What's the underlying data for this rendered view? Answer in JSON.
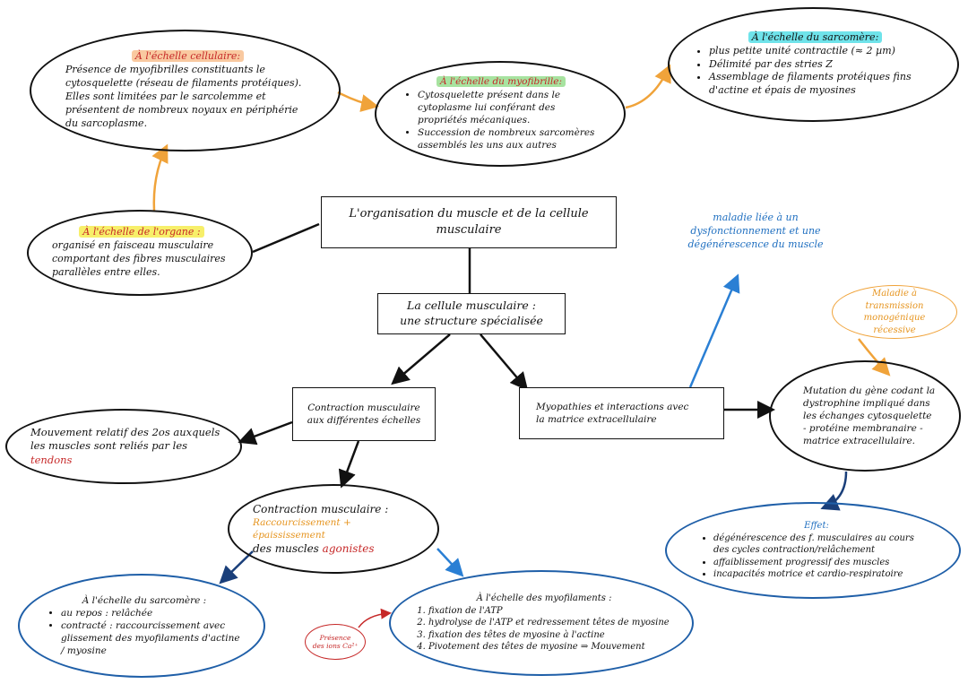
{
  "colors": {
    "ink": "#111111",
    "orange_arrow": "#f0a33a",
    "blue_arrow": "#2a7fd4",
    "dark_blue": "#1a3f7a",
    "hl_orange": "#f9c9a0",
    "hl_green": "#a7e3a0",
    "hl_yellow": "#f7ef6a",
    "hl_cyan": "#6fe3ea",
    "red": "#c62828"
  },
  "main": {
    "title": "L'organisation du muscle et de la cellule musculaire",
    "cellule_line1": "La cellule musculaire :",
    "cellule_line2": "une structure spécialisée"
  },
  "cellular": {
    "heading": "À l'échelle cellulaire:",
    "text": "Présence de myofibrilles constituants le cytosquelette (réseau de filaments protéiques). Elles sont limitées par le sarcolemme et présentent de nombreux noyaux en périphérie du sarcoplasme."
  },
  "myofibrille": {
    "heading": "À l'échelle du myofibrille:",
    "items": [
      "Cytosquelette présent dans le cytoplasme lui conférant des propriétés mécaniques.",
      "Succession de nombreux sarcomères assemblés les uns aux autres"
    ]
  },
  "sarcomere_top": {
    "heading": "À l'échelle du sarcomère:",
    "items": [
      "plus petite unité contractile (≈ 2 µm)",
      "Délimité par des stries Z",
      "Assemblage de filaments protéiques fins d'actine et épais de myosines"
    ]
  },
  "organe": {
    "heading": "À l'échelle de l'organe :",
    "text": "organisé en faisceau musculaire comportant des fibres musculaires parallèles entre elles."
  },
  "contraction_box": {
    "line1": "Contraction musculaire",
    "line2": "aux différentes échelles"
  },
  "myopathies_box": {
    "line1": "Myopathies et interactions avec",
    "line2": "la matrice extracellulaire"
  },
  "mouvement": {
    "text": "Mouvement relatif des 2os auxquels les muscles sont reliés par les",
    "tendons": "tendons"
  },
  "contraction_ellipse": {
    "title": "Contraction musculaire :",
    "orange": "Raccourcissement + épaississement",
    "text": "des muscles",
    "agonistes": "agonistes"
  },
  "sarcomere_bottom": {
    "heading": "À l'échelle du sarcomère :",
    "items": [
      "au repos : relâchée",
      "contracté : raccourcissement avec glissement des myofilaments d'actine / myosine"
    ]
  },
  "myofilaments": {
    "heading": "À l'échelle des myofilaments :",
    "items": [
      "fixation de l'ATP",
      "hydrolyse de l'ATP et redressement têtes de myosine",
      "fixation des têtes de myosine à l'actine",
      "Pivotement des têtes de myosine ⇒ Mouvement"
    ]
  },
  "calcium": {
    "line1": "Présence",
    "line2": "des ions Ca²⁺"
  },
  "maladie": {
    "text": "maladie liée à un dysfonctionnement et une dégénérescence du muscle"
  },
  "monogenique": {
    "text": "Maladie à transmission monogénique récessive"
  },
  "mutation": {
    "text": "Mutation du gène codant la dystrophine impliqué dans les échanges cytosquelette - protéine membranaire - matrice extracellulaire."
  },
  "effet": {
    "heading": "Effet:",
    "items": [
      "dégénérescence des f. musculaires au cours des cycles contraction/relâchement",
      "affaiblissement progressif des muscles",
      "incapacités motrice et cardio-respiratoire"
    ]
  }
}
